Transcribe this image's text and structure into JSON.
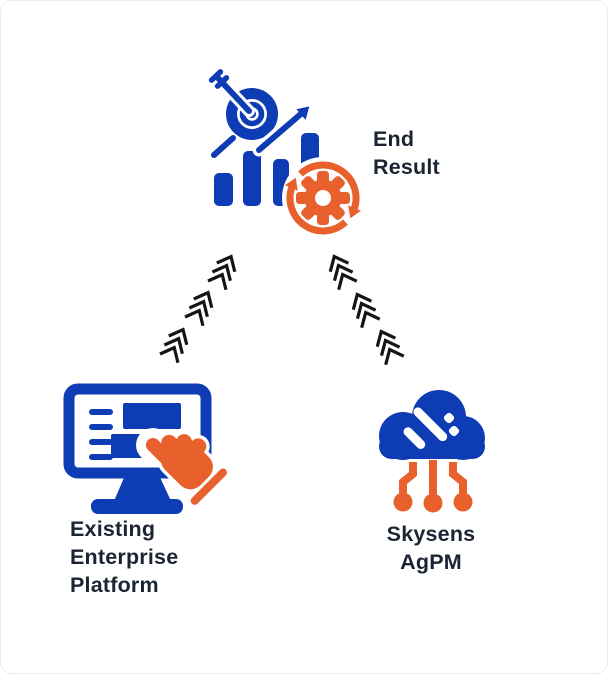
{
  "diagram": {
    "title_hint": "integration flow diagram",
    "nodes": {
      "end_result": {
        "label": "End\nResult",
        "icon": "target-growth-gear-icon"
      },
      "enterprise": {
        "label": "Existing\nEnterprise\nPlatform",
        "icon": "monitor-click-icon"
      },
      "skysens": {
        "label": "Skysens\nAgPM",
        "icon": "cloud-circuit-icon"
      }
    },
    "connectors": {
      "left_flow": {
        "style": "triple-chevron-groups",
        "direction": "up-right"
      },
      "right_flow": {
        "style": "triple-chevron-groups",
        "direction": "up-left"
      }
    }
  },
  "colors": {
    "primary_blue": "#0d3cb5",
    "accent_orange": "#e8612c",
    "label_text": "#1b2433",
    "connector_black": "#151515",
    "background": "#ffffff"
  }
}
